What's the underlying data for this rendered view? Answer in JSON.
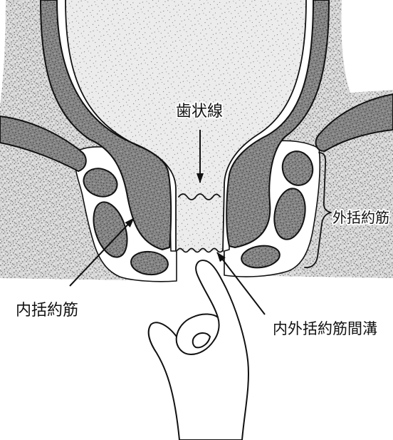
{
  "labels": {
    "dentate_line": "歯状線",
    "external_sphincter": "外括約筋",
    "internal_sphincter": "内括約筋",
    "intersphincteric_groove": "内外括約筋間溝"
  },
  "colors": {
    "ink": "#111111",
    "tissue": "#d6d6d6",
    "lumen": "#ececec",
    "muscle": "#858585"
  }
}
